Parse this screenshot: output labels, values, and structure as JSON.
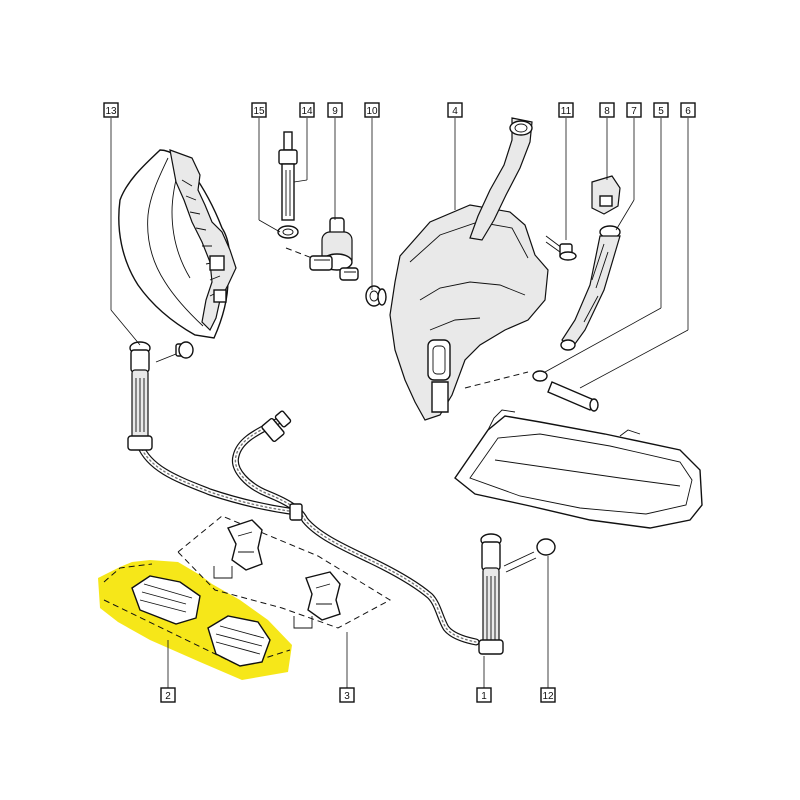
{
  "callouts": [
    {
      "id": "13",
      "label": "13"
    },
    {
      "id": "15",
      "label": "15"
    },
    {
      "id": "14",
      "label": "14"
    },
    {
      "id": "9",
      "label": "9"
    },
    {
      "id": "10",
      "label": "10"
    },
    {
      "id": "4",
      "label": "4"
    },
    {
      "id": "11",
      "label": "11"
    },
    {
      "id": "8",
      "label": "8"
    },
    {
      "id": "7",
      "label": "7"
    },
    {
      "id": "5",
      "label": "5"
    },
    {
      "id": "6",
      "label": "6"
    },
    {
      "id": "2",
      "label": "2"
    },
    {
      "id": "3",
      "label": "3"
    },
    {
      "id": "1",
      "label": "1"
    },
    {
      "id": "12",
      "label": "12"
    }
  ],
  "highlight_color": "#f5e400",
  "line_color": "#111111"
}
